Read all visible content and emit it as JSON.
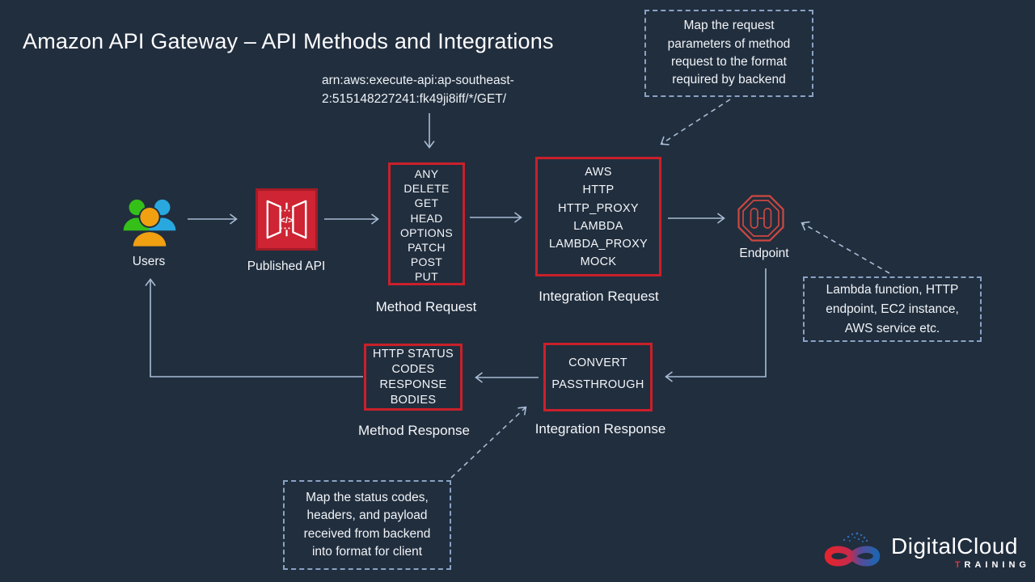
{
  "title": "Amazon API Gateway – API Methods and Integrations",
  "arn": "arn:aws:execute-api:ap-southeast-\n2:515148227241:fk49ji8iff/*/GET/",
  "nodes": {
    "users": {
      "label": "Users"
    },
    "published_api": {
      "label": "Published API"
    },
    "method_request": {
      "label": "Method Request",
      "items": [
        "ANY",
        "DELETE",
        "GET",
        "HEAD",
        "OPTIONS",
        "PATCH",
        "POST",
        "PUT"
      ]
    },
    "integration_request": {
      "label": "Integration Request",
      "items": [
        "AWS",
        "HTTP",
        "HTTP_PROXY",
        "LAMBDA",
        "LAMBDA_PROXY",
        "MOCK"
      ]
    },
    "endpoint": {
      "label": "Endpoint"
    },
    "method_response": {
      "label": "Method Response",
      "items": [
        "HTTP STATUS",
        "CODES",
        "RESPONSE",
        "BODIES"
      ]
    },
    "integration_response": {
      "label": "Integration Response",
      "items": [
        "CONVERT",
        "PASSTHROUGH"
      ]
    }
  },
  "notes": {
    "map_request": "Map the request\nparameters of method\nrequest to the format\nrequired by backend",
    "backend_examples": "Lambda function, HTTP\nendpoint, EC2 instance,\nAWS service etc.",
    "map_status": "Map the status codes,\nheaders, and payload\nreceived from backend\ninto format for client"
  },
  "icons": {
    "users": "users-icon",
    "published_api": "api-gateway-icon",
    "endpoint": "endpoint-octagon-icon",
    "api_glyph": "</>"
  },
  "logo": {
    "brand": "DigitalCloud",
    "sub": "TRAINING"
  },
  "colors": {
    "background": "#212e3e",
    "box_border_red": "#c9202a",
    "api_icon_red": "#ce2433",
    "endpoint_red": "#cd4840",
    "arrow": "#a8bcd4",
    "note_border": "#8aa2c4",
    "text": "#eef2f6",
    "users_green": "#35c019",
    "users_blue": "#29a8e0",
    "users_orange": "#f0a010",
    "logo_red": "#e3242e",
    "logo_blue": "#1f64b0"
  }
}
